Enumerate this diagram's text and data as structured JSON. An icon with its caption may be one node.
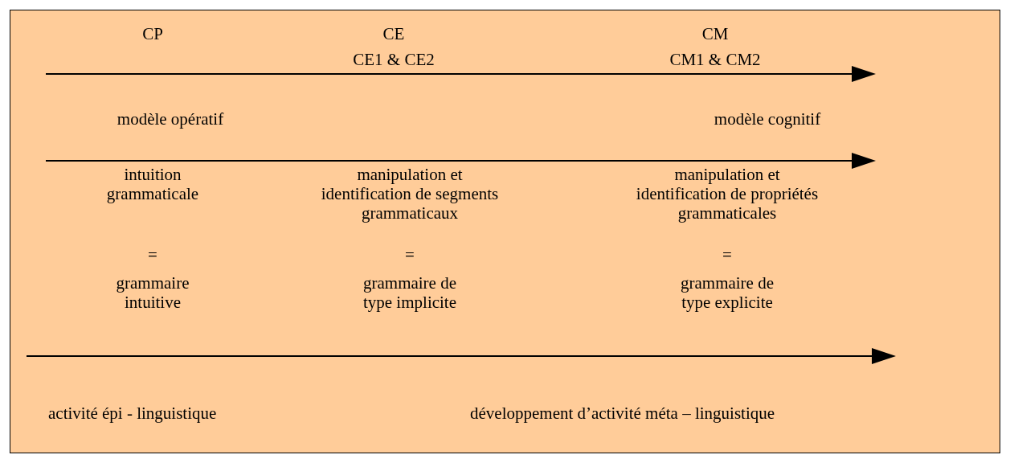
{
  "diagram": {
    "labels": [
      "CP",
      "CE",
      "CM",
      "CE1 & CE2",
      "CM1 & CM2",
      "modèle opératif",
      "modèle cognitif",
      "intuition grammaticale",
      "manipulation et identification de segments grammaticaux",
      "manipulation et identification de propriétés grammaticales",
      "=",
      "=",
      "=",
      "grammaire intuitive",
      "grammaire de type implicite",
      "grammaire de type explicite",
      "activité épi - linguistique",
      "développement d’activité méta – linguistique"
    ]
  }
}
